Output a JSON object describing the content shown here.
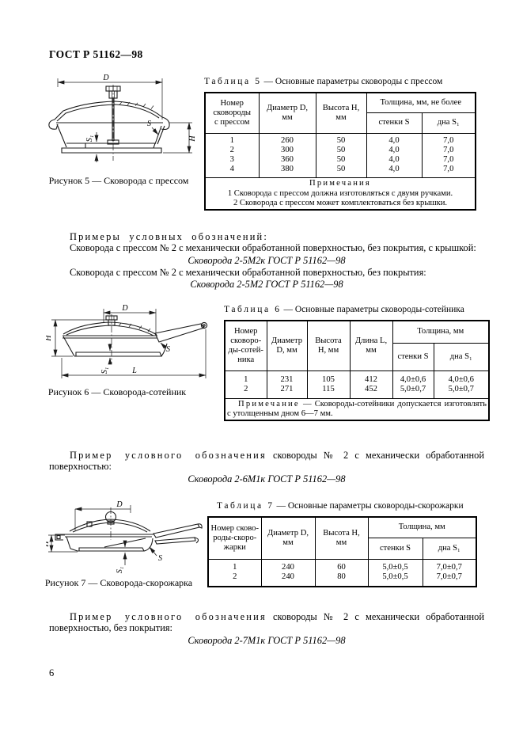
{
  "page": {
    "header": "ГОСТ Р 51162—98",
    "page_number": "6"
  },
  "figure5": {
    "caption": "Рисунок 5 — Сковорода с прессом",
    "dim_d": "D",
    "dim_h": "H",
    "dim_s": "S",
    "dim_s1": "S₁"
  },
  "table5": {
    "title_label": "Таблица 5",
    "title_rest": "— Основные параметры сковороды с прессом",
    "col_number": "Номер\nсковороды\nс прессом",
    "col_diameter": "Диаметр D,\nмм",
    "col_height": "Высота H, мм",
    "col_thickness": "Толщина, мм, не более",
    "col_wall": "стенки S",
    "col_bottom": "дна S₁",
    "rows": [
      [
        "1",
        "260",
        "50",
        "4,0",
        "7,0"
      ],
      [
        "2",
        "300",
        "50",
        "4,0",
        "7,0"
      ],
      [
        "3",
        "360",
        "50",
        "4,0",
        "7,0"
      ],
      [
        "4",
        "380",
        "50",
        "4,0",
        "7,0"
      ]
    ],
    "notes_title": "Примечания",
    "note1": "1  Сковорода с прессом должна изготовляться с двумя ручками.",
    "note2": "2  Сковорода с прессом может комплектоваться без крышки."
  },
  "examples1": {
    "heading": "Примеры условных обозначений:",
    "line1": "Сковорода с прессом № 2 с механически обработанной поверхностью, без покрытия, с крышкой:",
    "designation1": "Сковорода 2-5М2к ГОСТ Р 51162—98",
    "line2": "Сковорода с прессом № 2 с механически обработанной поверхностью, без покрытия:",
    "designation2": "Сковорода 2-5М2 ГОСТ Р 51162—98"
  },
  "figure6": {
    "caption": "Рисунок 6 — Сковорода-сотейник",
    "dim_d": "D",
    "dim_h": "H",
    "dim_l": "L",
    "dim_s": "S",
    "dim_s1": "S₁"
  },
  "table6": {
    "title_label": "Таблица 6",
    "title_rest": "— Основные параметры сковороды-сотейника",
    "col_number": "Номер\nсковоро-\nды-сотей-\nника",
    "col_diameter": "Диаметр\nD, мм",
    "col_height": "Высота\nH, мм",
    "col_length": "Длина L,\nмм",
    "col_thickness": "Толщина, мм",
    "col_wall": "стенки S",
    "col_bottom": "дна S₁",
    "rows": [
      [
        "1",
        "231",
        "105",
        "412",
        "4,0±0,6",
        "4,0±0,6"
      ],
      [
        "2",
        "271",
        "115",
        "452",
        "5,0±0,7",
        "5,0±0,7"
      ]
    ],
    "note_label": "Примечание",
    "note_rest": "— Сковороды-сотейники допускается изготовлять с утолщенным дном 6—7 мм."
  },
  "example2": {
    "heading_spaced": "Пример условного обозначения",
    "heading_rest": "сковороды № 2 с механически обработанной поверхностью:",
    "designation": "Сковорода 2-6М1к ГОСТ Р 51162—98"
  },
  "figure7": {
    "caption": "Рисунок 7 — Сковорода-скорожарка",
    "dim_d": "D",
    "dim_h": "H",
    "dim_s": "S",
    "dim_s1": "S₁"
  },
  "table7": {
    "title_label": "Таблица 7",
    "title_rest": "— Основные параметры сковороды-скорожарки",
    "col_number": "Номер сково-\nроды-скоро-\nжарки",
    "col_diameter": "Диаметр D,\nмм",
    "col_height": "Высота H, мм",
    "col_thickness": "Толщина, мм",
    "col_wall": "стенки S",
    "col_bottom": "дна S₁",
    "rows": [
      [
        "1",
        "240",
        "60",
        "5,0±0,5",
        "7,0±0,7"
      ],
      [
        "2",
        "240",
        "80",
        "5,0±0,5",
        "7,0±0,7"
      ]
    ]
  },
  "example3": {
    "heading_spaced": "Пример условного обозначения",
    "heading_rest": "сковороды № 2 с механически обработанной поверхностью, без покрытия:",
    "designation": "Сковорода 2-7М1к ГОСТ Р 51162—98"
  }
}
